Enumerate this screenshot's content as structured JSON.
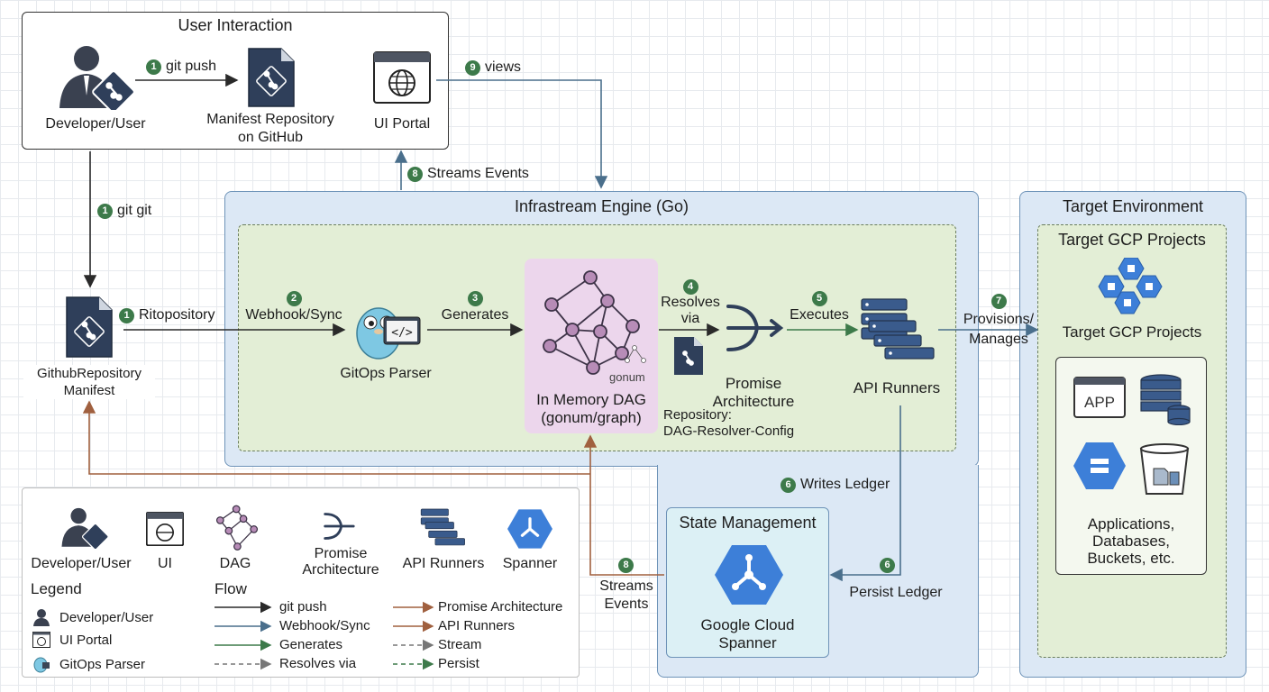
{
  "user_interaction": {
    "title": "User Interaction",
    "developer_label": "Developer/User",
    "repo_label_line1": "Manifest Repository",
    "repo_label_line2": "on GitHub",
    "portal_label": "UI Portal"
  },
  "engine": {
    "title": "Infrastream Engine (Go)",
    "parser_label": "GitOps Parser",
    "dag_label_line1": "In Memory DAG",
    "dag_label_line2": "(gonum/graph)",
    "dag_logo": "gonum",
    "promise_line1": "Promise",
    "promise_line2": "Architecture",
    "config_line1": "Repository:",
    "config_line2": "DAG-Resolver-Config",
    "runners_label": "API Runners"
  },
  "state": {
    "title": "State Management",
    "spanner_line1": "Google Cloud",
    "spanner_line2": "Spanner"
  },
  "target": {
    "title": "Target Environment",
    "projects_title": "Target GCP Projects",
    "projects_label": "Target GCP Projects",
    "app_icon_text": "APP",
    "resources_line1": "Applications,",
    "resources_line2": "Databases,",
    "resources_line3": "Buckets, etc."
  },
  "manifest": {
    "label_line1": "GithubRepository",
    "label_line2": "Manifest"
  },
  "edges": {
    "git_push": {
      "num": "1",
      "text": "git push"
    },
    "git_git": {
      "num": "1",
      "text": "git git"
    },
    "ritopository": {
      "num": "1",
      "text": "Ritopository"
    },
    "views": {
      "num": "9",
      "text": "views"
    },
    "streams_events_top": {
      "num": "8",
      "text": "Streams Events"
    },
    "webhook": {
      "num": "2",
      "text": "Webhook/Sync"
    },
    "generates": {
      "num": "3",
      "text": "Generates"
    },
    "resolves_line1": "Resolves",
    "resolves_line2": "via",
    "resolves_num": "4",
    "executes": {
      "num": "5",
      "text": "Executes"
    },
    "provisions_line1": "Provisions/",
    "provisions_line2": "Manages",
    "provisions_num": "7",
    "writes_ledger": {
      "num": "6",
      "text": "Writes Ledger"
    },
    "persist_ledger_num": "6",
    "persist_ledger_text": "Persist Ledger",
    "streams_events_bottom_num": "8",
    "streams_events_bottom_line1": "Streams",
    "streams_events_bottom_line2": "Events"
  },
  "legend": {
    "icons": [
      "Developer/User",
      "UI",
      "DAG",
      "Promise Architecture",
      "API Runners",
      "Spanner"
    ],
    "title": "Legend",
    "flow_title": "Flow",
    "legend_items": [
      "Developer/User",
      "UI Portal",
      "GitOps Parser"
    ],
    "flow_items_left": [
      "git push",
      "Webhook/Sync",
      "Generates",
      "Resolves via"
    ],
    "flow_items_right": [
      "Promise Architecture",
      "API Runners",
      "Stream",
      "Persist"
    ]
  },
  "colors": {
    "green": "#3d7a4a",
    "blue_arrow": "#4a6f8c",
    "brown": "#a0603f",
    "engine_bg": "#dce8f5",
    "inner_bg": "#e3eed6",
    "dag_bg": "#ecd6ec",
    "gcp_blue": "#3d7fd8"
  }
}
